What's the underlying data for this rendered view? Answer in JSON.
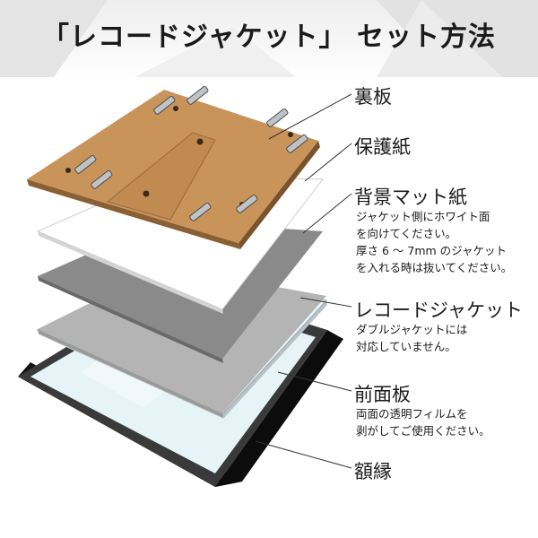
{
  "title": "「レコードジャケット」 セット方法",
  "layers": [
    {
      "name": "裏板",
      "note": []
    },
    {
      "name": "保護紙",
      "note": []
    },
    {
      "name": "背景マット紙",
      "note": [
        "ジャケット側にホワイト面",
        "を向けてください。",
        "厚さ 6 ～ 7mm のジャケット",
        "を入れる時は抜いてください。"
      ]
    },
    {
      "name": "レコードジャケット",
      "note": [
        "ダブルジャケットには",
        "対応していません。"
      ]
    },
    {
      "name": "前面板",
      "note": [
        "両面の透明フィルムを",
        "剥がしてご使用ください。"
      ]
    },
    {
      "name": "額縁",
      "note": []
    }
  ],
  "colors": {
    "backboard": "#c8945a",
    "protective_paper": "#ffffff",
    "mat_paper": "#8a8a8a",
    "record_jacket": "#b4b4b4",
    "front_panel": "#e6f3f7",
    "frame": "#2a2a2a"
  }
}
